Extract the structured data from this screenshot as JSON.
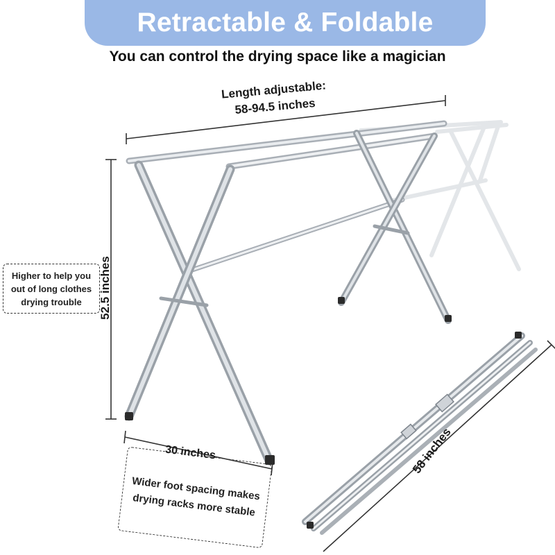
{
  "banner": {
    "title": "Retractable & Foldable",
    "color": "#9ab8e6"
  },
  "subtitle": "You can control the drying space like a magician",
  "dimensions": {
    "length_line1": "Length adjustable:",
    "length_line2": "58-94.5 inches",
    "height": "52.5 inches",
    "foot_spacing": "30 inches",
    "folded_length": "58 inches"
  },
  "notes": {
    "height_note": [
      "Higher to help you",
      "out of long clothes",
      "drying trouble"
    ],
    "foot_note": [
      "Wider foot spacing makes",
      "drying racks more stable"
    ]
  },
  "colors": {
    "frame": "#b9bec4",
    "frame_dark": "#7d848c",
    "ghost": "#e6e8ea",
    "feet": "#2b2b2b"
  }
}
